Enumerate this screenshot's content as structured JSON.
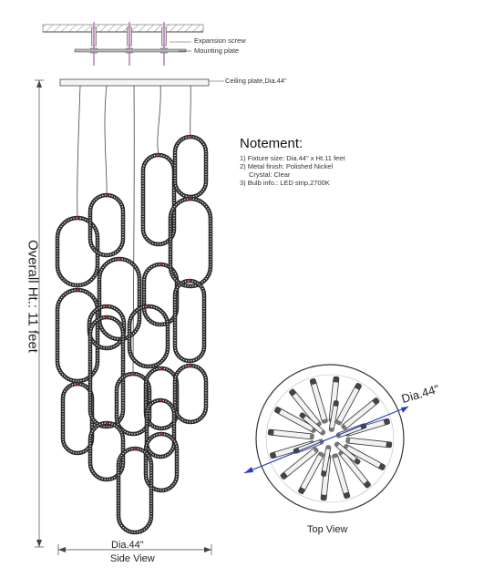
{
  "mount": {
    "expansion_screw_label": "Expansion screw",
    "mounting_plate_label": "Mounting plate",
    "ceiling_plate_label": "Ceiling plate,Dia.44\""
  },
  "notes": {
    "title": "Notement:",
    "lines": [
      "1) Fixture size: Dia.44\" x Ht.11 feet",
      "2) Metal finish: Polished Nickel",
      "   Crystal: Clear",
      "3) Bulb info.: LED strip,2700K"
    ]
  },
  "dimensions": {
    "overall_height": "Overall Ht.: 11 feet",
    "side_diameter": "Dia.44\"",
    "top_diameter": "Dia.44\""
  },
  "views": {
    "side": "Side View",
    "top": "Top View"
  },
  "colors": {
    "line": "#333333",
    "crystal": "#2a2a2a",
    "accent_red": "#cc2222",
    "accent_pink": "#c080c0",
    "dimension_blue": "#2a3fbf"
  }
}
